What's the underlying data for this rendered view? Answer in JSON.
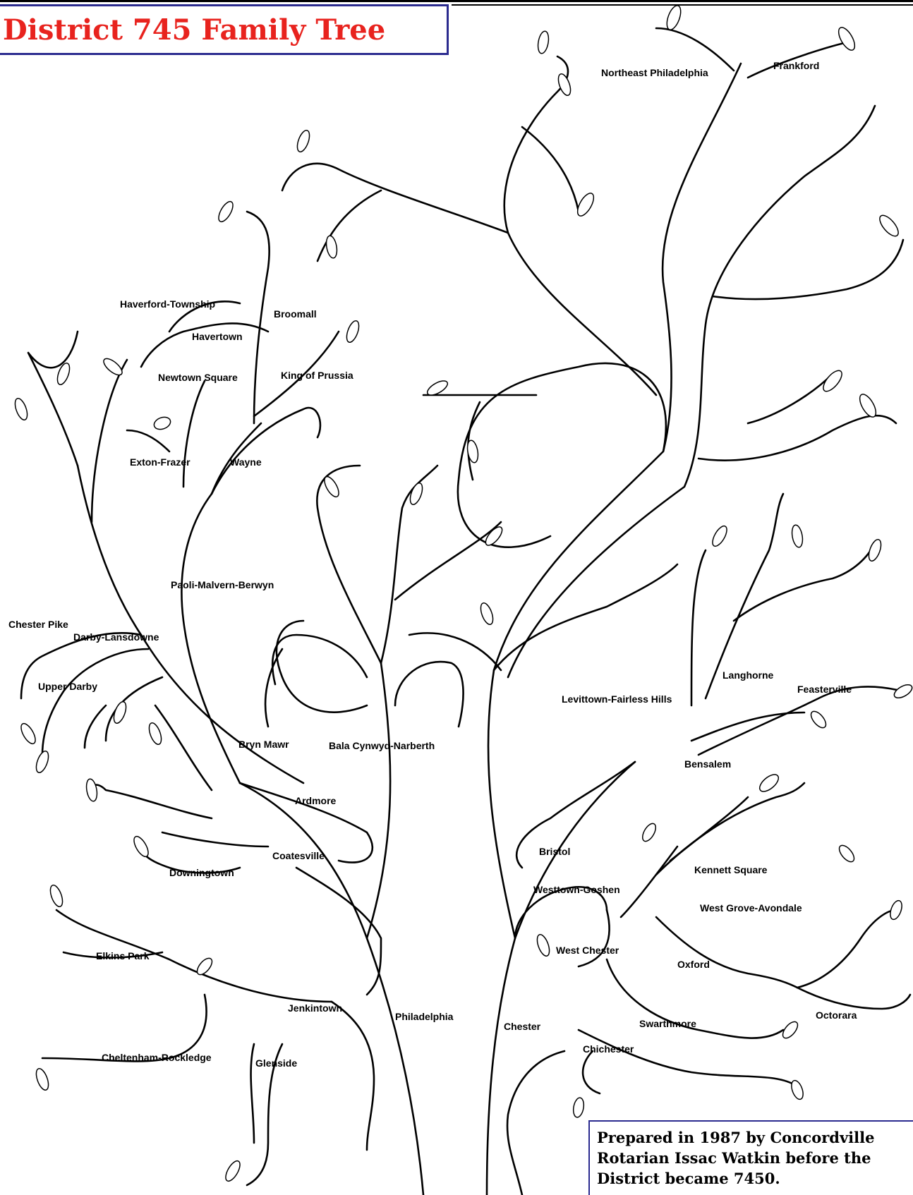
{
  "header": {
    "title": "District 745 Family Tree"
  },
  "labels": {
    "northeast_philadelphia": "Northeast Philadelphia",
    "frankford": "Frankford",
    "haverford_township": "Haverford-Township",
    "broomall": "Broomall",
    "havertown": "Havertown",
    "newtown_square": "Newtown Square",
    "king_of_prussia": "King of Prussia",
    "exton_frazer": "Exton-Frazer",
    "wayne": "Wayne",
    "paoli_malvern_berwyn": "Paoli-Malvern-Berwyn",
    "chester_pike": "Chester Pike",
    "darby_lansdowne": "Darby-Lansdowne",
    "upper_darby": "Upper Darby",
    "bryn_mawr": "Bryn Mawr",
    "bala_cynwyd_narberth": "Bala Cynwyd-Narberth",
    "ardmore": "Ardmore",
    "coatesville": "Coatesville",
    "downingtown": "Downingtown",
    "elkins_park": "Elkins Park",
    "jenkintown": "Jenkintown",
    "philadelphia": "Philadelphia",
    "cheltenham_rockledge": "Cheltenham-Rockledge",
    "glenside": "Glenside",
    "levittown_fairless_hills": "Levittown-Fairless Hills",
    "langhorne": "Langhorne",
    "feasterville": "Feasterville",
    "bensalem": "Bensalem",
    "bristol": "Bristol",
    "kennett_square": "Kennett Square",
    "westtown_goshen": "Westtown-Goshen",
    "west_grove_avondale": "West Grove-Avondale",
    "west_chester": "West Chester",
    "oxford": "Oxford",
    "octorara": "Octorara",
    "chester": "Chester",
    "swarthmore": "Swarthmore",
    "chichester": "Chichester"
  },
  "footer": {
    "credit": "Prepared in 1987 by Concordville\nRotarian Issac Watkin before the\nDistrict became 7450."
  },
  "colors": {
    "title": "#e8231e",
    "border": "#2b2b8f",
    "ink": "#000000"
  }
}
